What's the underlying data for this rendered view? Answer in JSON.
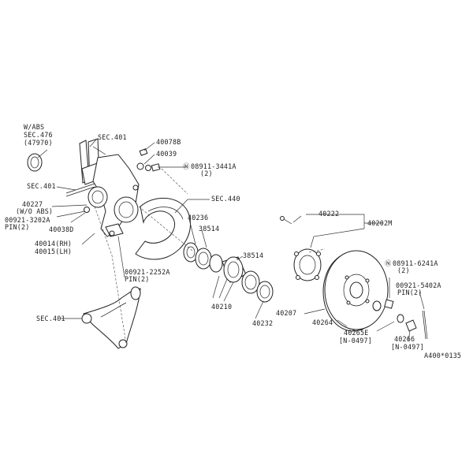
{
  "labels": {
    "w_abs": "W/ABS",
    "sec_476": "SEC.476",
    "sec_476_ref": "(47970)",
    "sec_401_top": "SEC.401",
    "p40078b": "40078B",
    "p40039": "40039",
    "p08911_3441a": "08911-3441A",
    "p08911_3441a_qty": "(2)",
    "sec_401_mid": "SEC.401",
    "sec_440": "SEC.440",
    "p40227": "40227",
    "p40227_note": "(W/O ABS)",
    "p00921_3202a": "00921-3202A",
    "p00921_3202a_qty": "PIN(2)",
    "p40038d": "40038D",
    "p40014rh": "40014(RH)",
    "p40015lh": "40015(LH)",
    "p40236": "40236",
    "p38514_top": "38514",
    "p00921_2252a": "00921-2252A",
    "p00921_2252a_qty": "PIN(2)",
    "p38514_mid": "38514",
    "p40210": "40210",
    "p40232": "40232",
    "p40222": "40222",
    "p40202m": "40202M",
    "p08911_6241a": "08911-6241A",
    "p08911_6241a_qty": "(2)",
    "p00921_5402a": "00921-5402A",
    "p00921_5402a_qty": "PIN(2)",
    "sec_401_low": "SEC.401",
    "p40207": "40207",
    "p40264": "40264",
    "p40265e": "40265E",
    "p40265e_range": "[N-0497]",
    "p40266": "40266",
    "p40266_range": "[N-0497]",
    "diagram_code": "A400*0135"
  }
}
